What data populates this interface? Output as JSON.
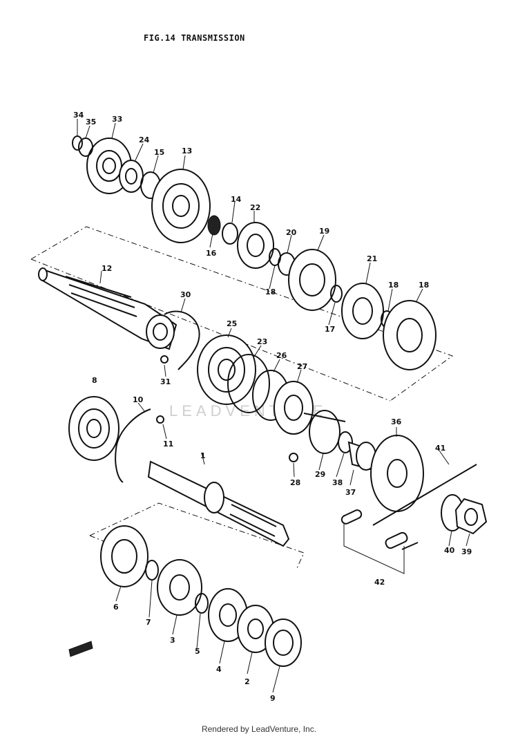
{
  "header": {
    "title": "FIG.14  TRANSMISSION"
  },
  "footer": {
    "rendered_by": "Rendered by LeadVenture, Inc."
  },
  "watermark": {
    "text": "LEADVENTURE"
  },
  "callouts": [
    "34",
    "35",
    "33",
    "24",
    "15",
    "13",
    "14",
    "22",
    "16",
    "20",
    "19",
    "12",
    "18",
    "21",
    "18",
    "17",
    "18",
    "30",
    "25",
    "23",
    "26",
    "27",
    "31",
    "8",
    "10",
    "11",
    "36",
    "41",
    "1",
    "28",
    "29",
    "38",
    "37",
    "40",
    "39",
    "42",
    "6",
    "7",
    "3",
    "5",
    "4",
    "2",
    "9"
  ]
}
